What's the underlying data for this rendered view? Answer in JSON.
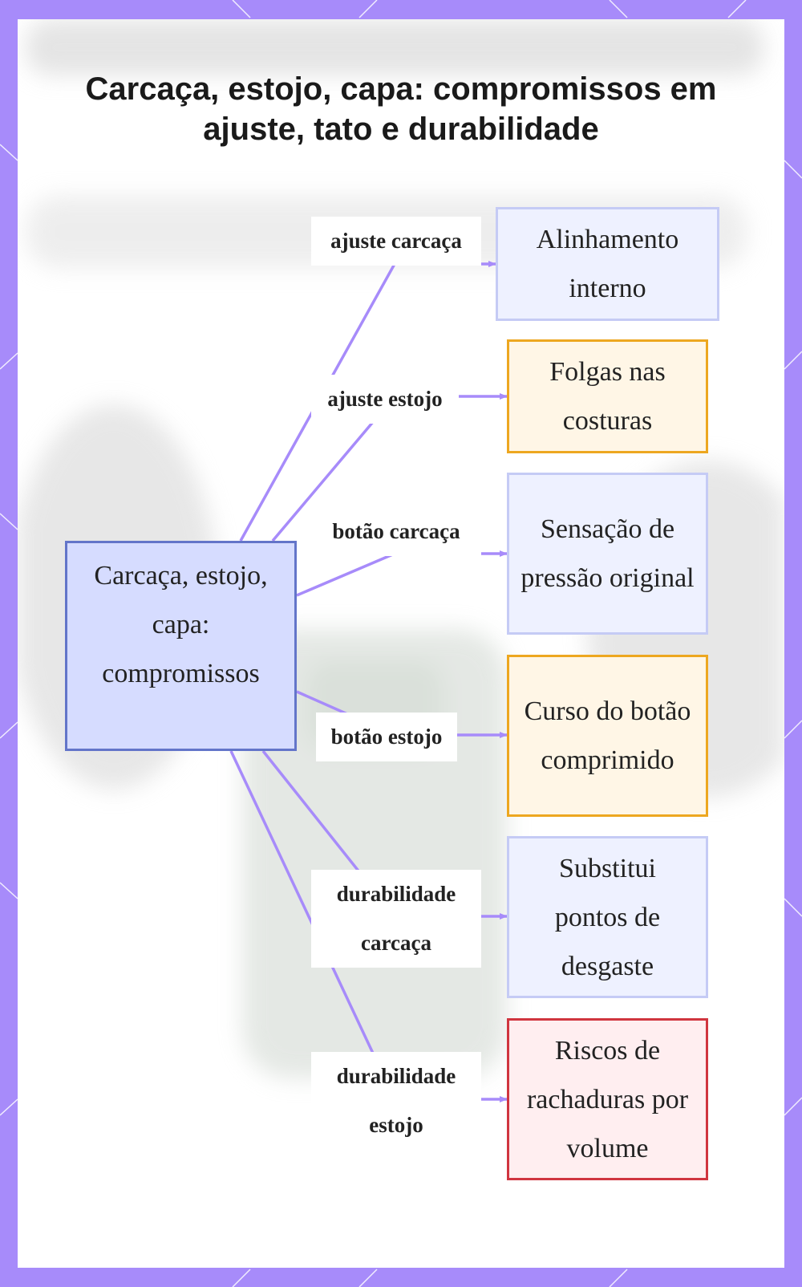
{
  "title": "Carcaça, estojo, capa: compromissos em ajuste, tato e durabilidade",
  "colors": {
    "frame": "#a78bfa",
    "edge": "#a78bfa",
    "root_fill": "#d6dcff",
    "root_border": "#6375c9",
    "blue_fill": "#eef1ff",
    "blue_border": "#c5cbf5",
    "orange_fill": "#fff6e6",
    "orange_border": "#eda720",
    "red_fill": "#ffeef0",
    "red_border": "#d0353f"
  },
  "diagram": {
    "root": {
      "label": "Carcaça, estojo, capa: compromissos"
    },
    "branches": [
      {
        "edge_label": "ajuste carcaça",
        "node_label": "Alinhamento interno",
        "style": "blue"
      },
      {
        "edge_label": "ajuste estojo",
        "node_label": "Folgas nas costuras",
        "style": "orange"
      },
      {
        "edge_label": "botão carcaça",
        "node_label": "Sensação de pressão original",
        "style": "blue"
      },
      {
        "edge_label": "botão estojo",
        "node_label": "Curso do botão comprimido",
        "style": "orange"
      },
      {
        "edge_label": "durabilidade carcaça",
        "node_label": "Substitui pontos de desgaste",
        "style": "blue"
      },
      {
        "edge_label": "durabilidade estojo",
        "node_label": "Riscos de rachaduras por volume",
        "style": "red"
      }
    ]
  }
}
